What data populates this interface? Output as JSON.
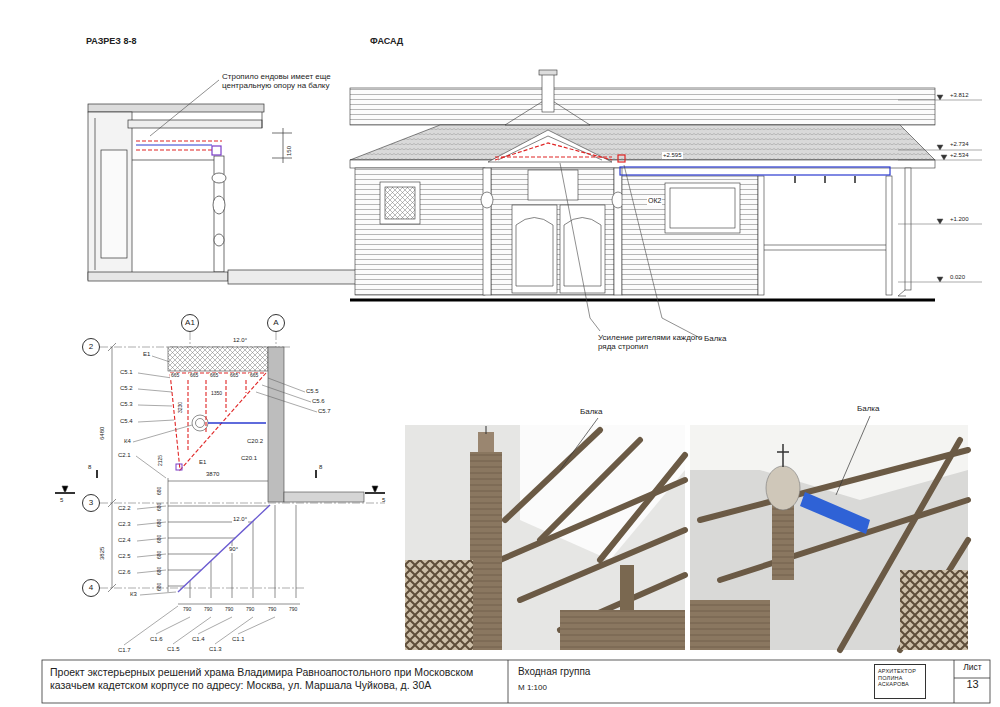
{
  "diagram": {
    "nodes": [
      {
        "text": [
          "Проект экстерьерных решений храма Владимира Равноапостольного при Московском казачьем кадетском корпусе по адресу: Москва, ул. Маршала Чуйкова, д. 30А"
        ]
      },
      {
        "text": [
          "Входная группа",
          "М 1:100"
        ]
      },
      {
        "text": [
          "АРХИТЕКТОР ПОЛИНА АСКАРОВА"
        ]
      },
      {
        "text": [
          "Лист",
          "13"
        ]
      },
      {
        "text": [
          "2"
        ]
      },
      {
        "text": [
          "3"
        ]
      },
      {
        "text": [
          "4"
        ]
      },
      {
        "text": [
          "А1"
        ]
      },
      {
        "text": [
          "А"
        ]
      }
    ],
    "labels": [
      "РАЗРЕЗ 8-8",
      "Стропило ендовы имеет еще центральную опору на балку",
      "150",
      "ФАСАД",
      "+3.812",
      "+2.734",
      "+2.534",
      "+1.200",
      "0.020",
      "+2.595",
      "ОК2",
      "Усиление ригелями каждого ряда стропил",
      "Балка",
      "Балка",
      "Балка",
      "12.0°",
      "Е1",
      "665",
      "665",
      "665",
      "665",
      "665",
      "С5.1",
      "С5.2",
      "С5.3",
      "С5.4",
      "К4",
      "3230",
      "1350",
      "2125",
      "С5.5",
      "С5.6",
      "С5.7",
      "С20.2",
      "Е1",
      "С20.1",
      "С2.1",
      "3870",
      "6480",
      "8",
      "8",
      "5",
      "5",
      "680",
      "680",
      "680",
      "680",
      "680",
      "680",
      "680",
      "С2.2",
      "С2.3",
      "С2.4",
      "С2.5",
      "С2.6",
      "12.0°",
      "90°",
      "3825",
      "К3",
      "790",
      "790",
      "790",
      "790",
      "790",
      "790",
      "С1.7",
      "С1.6",
      "С1.5",
      "С1.4",
      "С1.3",
      "С1.1"
    ]
  }
}
